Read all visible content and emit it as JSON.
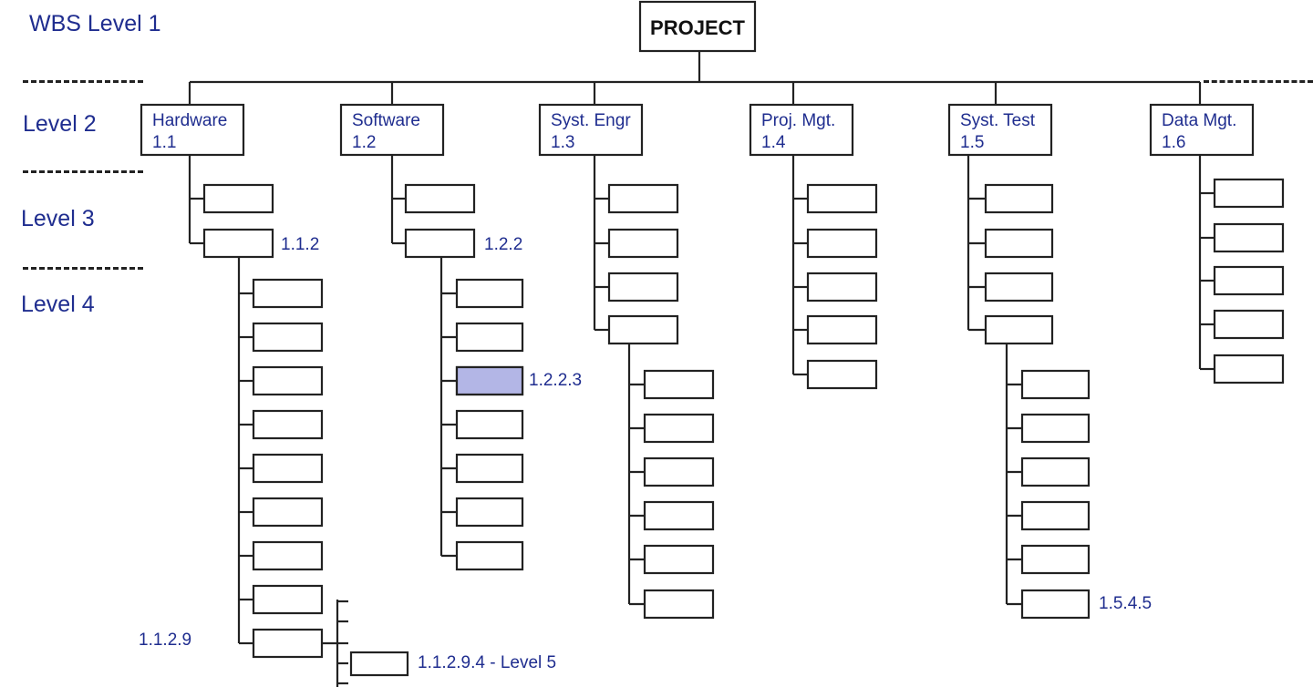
{
  "level_labels": [
    "WBS Level  1",
    "Level  2",
    "Level  3",
    "Level  4"
  ],
  "root": {
    "label": "PROJECT"
  },
  "level2": [
    {
      "name": "Hardware",
      "code": "1.1"
    },
    {
      "name": "Software",
      "code": "1.2"
    },
    {
      "name": "Syst. Engr",
      "code": "1.3"
    },
    {
      "name": "Proj. Mgt.",
      "code": "1.4"
    },
    {
      "name": "Syst. Test",
      "code": "1.5"
    },
    {
      "name": "Data Mgt.",
      "code": "1.6"
    }
  ],
  "callouts": {
    "hw_l3": "1.1.2",
    "sw_l3": "1.2.2",
    "sw_l4": "1.2.2.3",
    "hw_l4": "1.1.2.9",
    "hw_l5": "1.1.2.9.4 -  Level 5",
    "st_l4": "1.5.4.5"
  },
  "colors": {
    "line": "#222222",
    "text": "#1f2d8f",
    "highlight": "#b3b6e6"
  }
}
